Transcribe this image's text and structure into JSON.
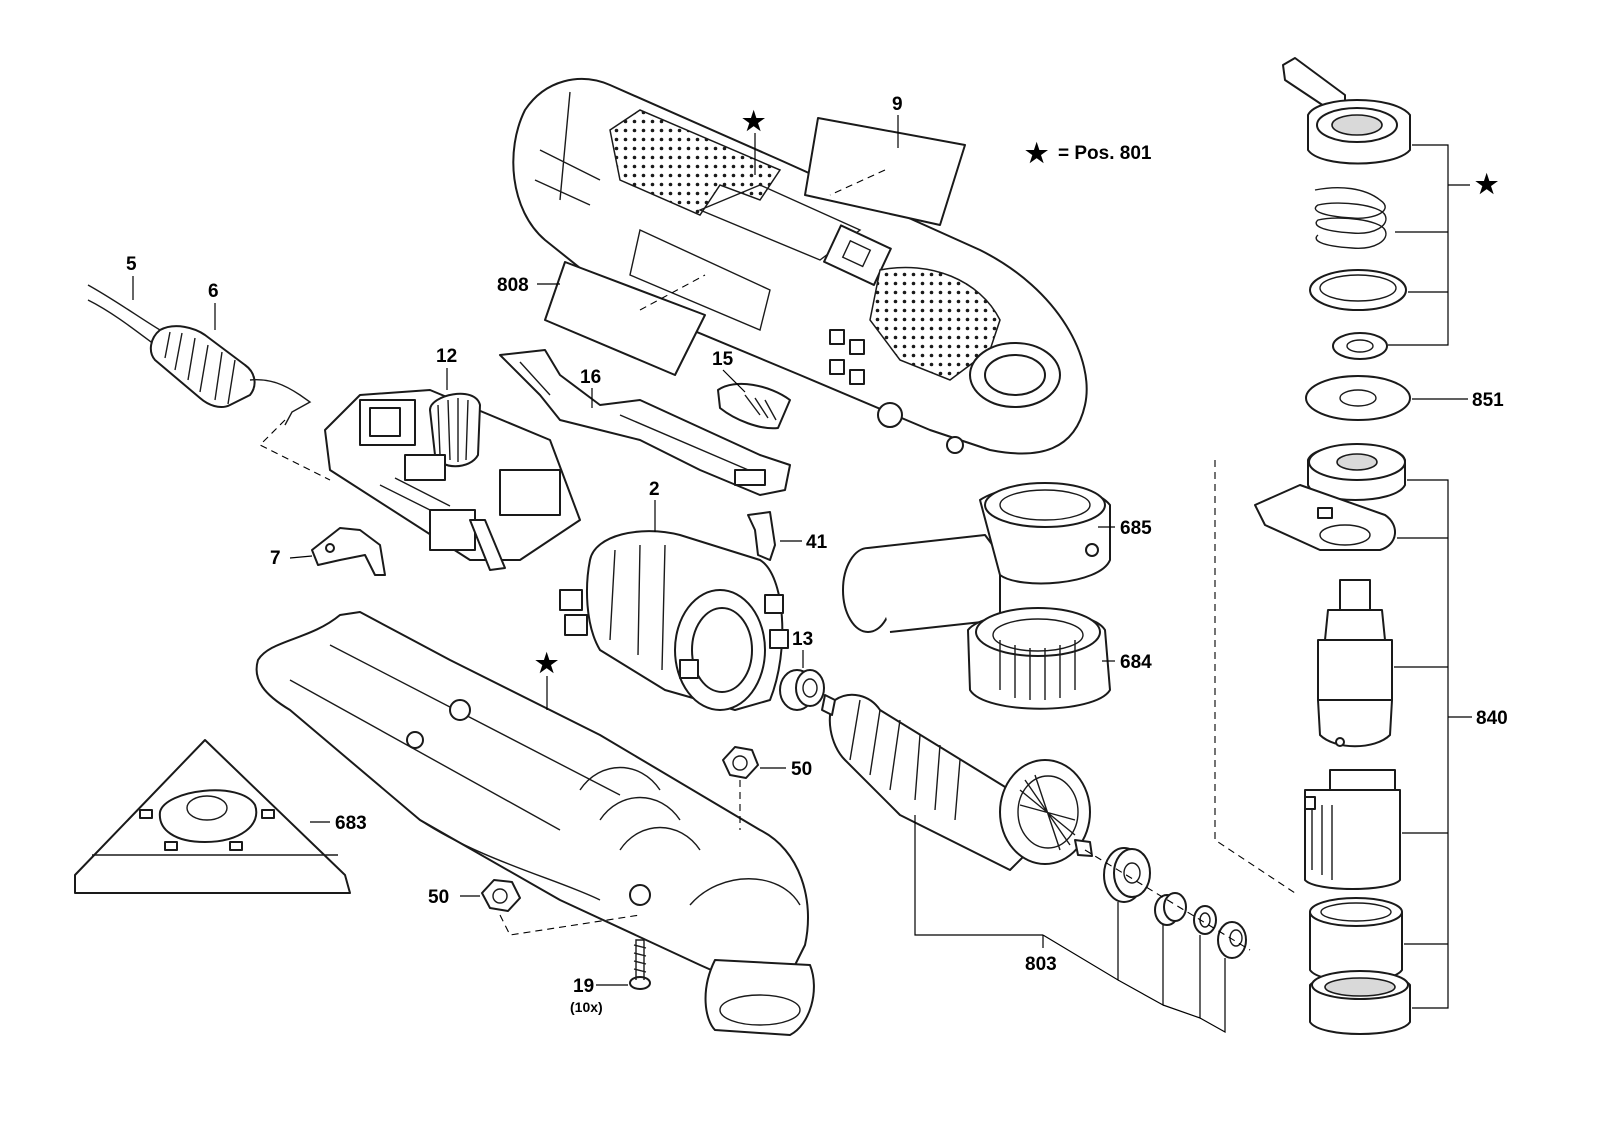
{
  "legend": {
    "symbol": "★",
    "text": "= Pos. 801"
  },
  "labels": {
    "p5": "5",
    "p6": "6",
    "p12": "12",
    "p16": "16",
    "p15": "15",
    "p2": "2",
    "p41": "41",
    "p7": "7",
    "p13": "13",
    "p9": "9",
    "p808": "808",
    "p685": "685",
    "p684": "684",
    "p50a": "50",
    "p50b": "50",
    "p683": "683",
    "p19": "19",
    "p19qty": "(10x)",
    "p803": "803",
    "p851": "851",
    "p840": "840"
  },
  "stars": {
    "symbol": "★"
  },
  "colors": {
    "line": "#1a1a1a",
    "fill": "#ffffff",
    "shade": "#d9d9d9"
  }
}
